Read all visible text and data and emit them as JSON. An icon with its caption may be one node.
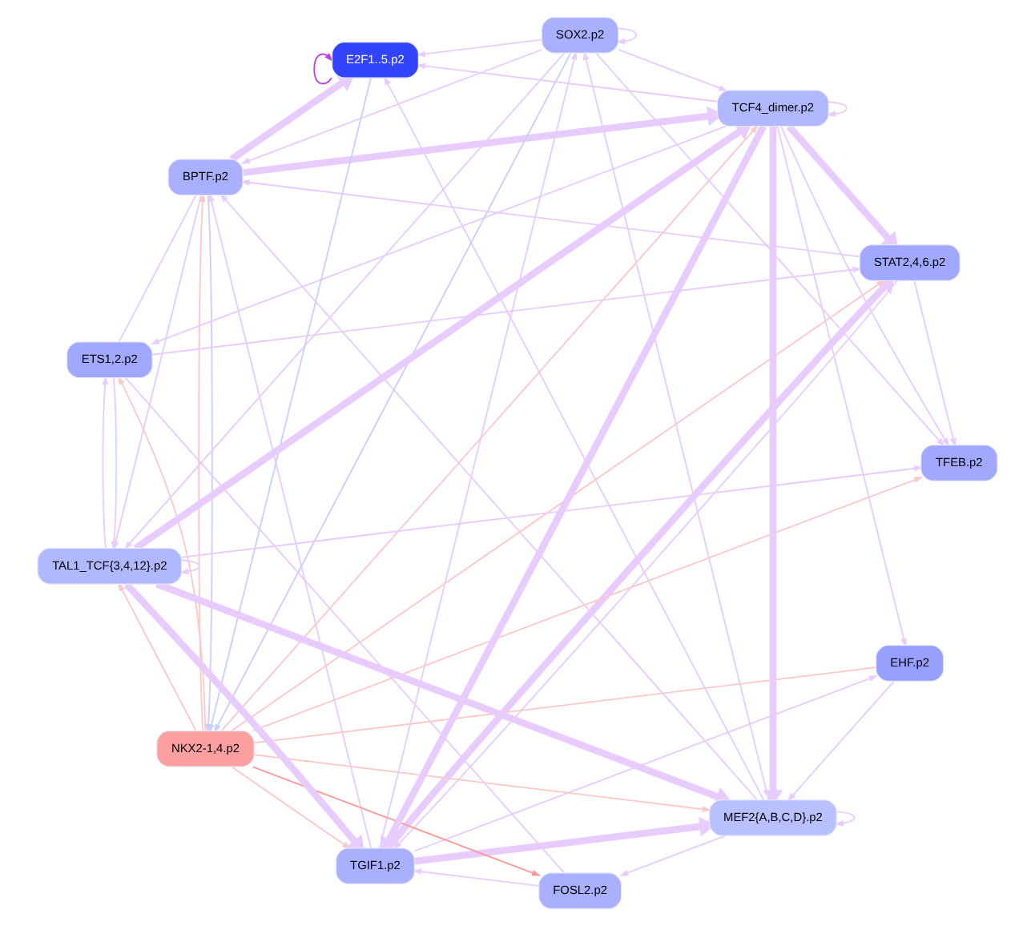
{
  "diagram": {
    "nodes": [
      {
        "text": [
          "STAT2,4,6.p2"
        ]
      },
      {
        "text": [
          "TGIF1.p2"
        ]
      },
      {
        "text": [
          "MEF2{A,B,C,D}.p2"
        ]
      },
      {
        "text": [
          "FOSL2.p2"
        ]
      },
      {
        "text": [
          "EHF.p2"
        ]
      },
      {
        "text": [
          "BPTF.p2"
        ]
      },
      {
        "text": [
          "NKX2-1,4.p2"
        ]
      },
      {
        "text": [
          "TCF4_dimer.p2"
        ]
      },
      {
        "text": [
          "SOX2.p2"
        ]
      },
      {
        "text": [
          "TFEB.p2"
        ]
      },
      {
        "text": [
          "E2F1..5.p2"
        ]
      },
      {
        "text": [
          "ETS1,2.p2"
        ]
      },
      {
        "text": [
          "TAL1_TCF{3,4,12}.p2"
        ]
      }
    ],
    "edges": [
      {
        "from": 6,
        "to": 2,
        "arrow": "to",
        "color": "#ffc8c8"
      },
      {
        "from": 6,
        "to": 0,
        "arrow": "to",
        "color": "#ffc8c8"
      },
      {
        "from": 6,
        "to": 1,
        "arrow": "to",
        "color": "#ffc8c8"
      },
      {
        "from": 6,
        "to": 3,
        "arrow": "to",
        "color": "#ff9999"
      },
      {
        "from": 6,
        "to": 4,
        "arrow": "none",
        "color": "#ffc8c8"
      },
      {
        "from": 6,
        "to": 5,
        "arrow": "to",
        "color": "#ffc8c8"
      },
      {
        "from": 6,
        "to": 7,
        "arrow": "to",
        "color": "#ffc8c8"
      },
      {
        "from": 6,
        "to": 9,
        "arrow": "to",
        "color": "#ffc8c8"
      },
      {
        "from": 6,
        "to": 11,
        "arrow": "to",
        "color": "#ffc8c8"
      },
      {
        "from": 6,
        "to": 12,
        "arrow": "to",
        "color": "#ffc8c8"
      },
      {
        "from": 5,
        "to": 6,
        "arrow": "to",
        "color": "#c8d0ff"
      },
      {
        "from": 8,
        "to": 6,
        "arrow": "to",
        "color": "#c8d0ff"
      },
      {
        "from": 10,
        "to": 6,
        "arrow": "to",
        "color": "#c8d0ff"
      },
      {
        "from": 2,
        "to": 2,
        "arrow": "to"
      },
      {
        "from": 7,
        "to": 7,
        "arrow": "to"
      },
      {
        "from": 8,
        "to": 8,
        "arrow": "to"
      },
      {
        "from": 12,
        "to": 12,
        "arrow": "to"
      },
      {
        "from": 10,
        "to": 10,
        "arrow": "to",
        "color": "#c040f0"
      },
      {
        "from": 1,
        "to": 0,
        "arrow": "to",
        "style": "thick"
      },
      {
        "from": 0,
        "to": 1,
        "arrow": "to"
      },
      {
        "from": 1,
        "to": 2,
        "arrow": "to",
        "style": "thick"
      },
      {
        "from": 3,
        "to": 1,
        "arrow": "to"
      },
      {
        "from": 2,
        "to": 3,
        "arrow": "to"
      },
      {
        "from": 0,
        "to": 5,
        "arrow": "to"
      },
      {
        "from": 1,
        "to": 5,
        "arrow": "to"
      },
      {
        "from": 2,
        "to": 5,
        "arrow": "to"
      },
      {
        "from": 1,
        "to": 4,
        "arrow": "to"
      },
      {
        "from": 4,
        "to": 2,
        "arrow": "to"
      },
      {
        "from": 7,
        "to": 4,
        "arrow": "to"
      },
      {
        "from": 7,
        "to": 2,
        "arrow": "to",
        "style": "thick"
      },
      {
        "from": 7,
        "to": 0,
        "arrow": "to",
        "style": "thick"
      },
      {
        "from": 7,
        "to": 1,
        "arrow": "to",
        "style": "thick"
      },
      {
        "from": 12,
        "to": 2,
        "arrow": "to",
        "style": "thick"
      },
      {
        "from": 11,
        "to": 0,
        "arrow": "to"
      },
      {
        "from": 12,
        "to": 1,
        "arrow": "to",
        "style": "thick"
      },
      {
        "from": 7,
        "to": 9,
        "arrow": "to"
      },
      {
        "from": 0,
        "to": 9,
        "arrow": "to"
      },
      {
        "from": 7,
        "to": 11,
        "arrow": "to"
      },
      {
        "from": 12,
        "to": 7,
        "arrow": "to",
        "style": "thick"
      },
      {
        "from": 12,
        "to": 9,
        "arrow": "to"
      },
      {
        "from": 7,
        "to": 10,
        "arrow": "to"
      },
      {
        "from": 8,
        "to": 7,
        "arrow": "to"
      },
      {
        "from": 2,
        "to": 8,
        "arrow": "to"
      },
      {
        "from": 1,
        "to": 8,
        "arrow": "to"
      },
      {
        "from": 3,
        "to": 11,
        "arrow": "none"
      },
      {
        "from": 5,
        "to": 7,
        "arrow": "to",
        "style": "thick"
      },
      {
        "from": 5,
        "to": 11,
        "arrow": "none"
      },
      {
        "from": 5,
        "to": 12,
        "arrow": "to"
      },
      {
        "from": 5,
        "to": 10,
        "arrow": "to",
        "style": "thick"
      },
      {
        "from": 8,
        "to": 5,
        "arrow": "to"
      },
      {
        "from": 8,
        "to": 10,
        "arrow": "to"
      },
      {
        "from": 8,
        "to": 12,
        "arrow": "to"
      },
      {
        "from": 8,
        "to": 9,
        "arrow": "to"
      },
      {
        "from": 2,
        "to": 10,
        "arrow": "to"
      },
      {
        "from": 11,
        "to": 12,
        "arrow": "to"
      },
      {
        "from": 12,
        "to": 11,
        "arrow": "to"
      }
    ]
  }
}
